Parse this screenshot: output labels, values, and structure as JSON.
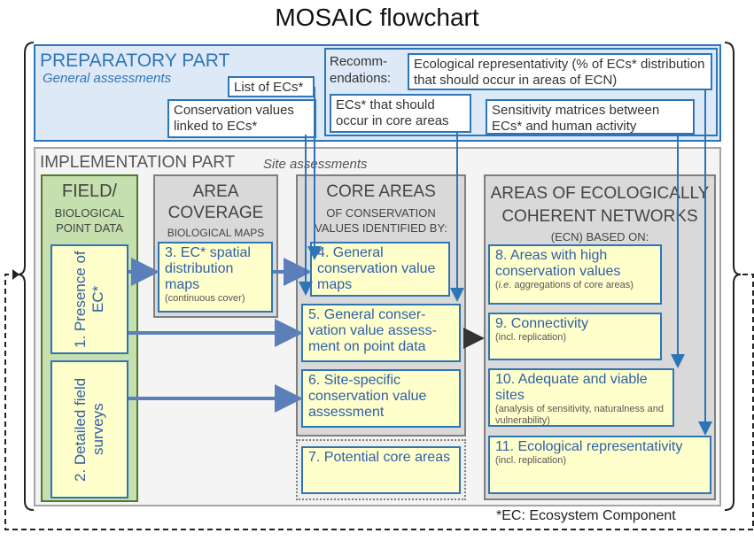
{
  "title": "MOSAIC flowchart",
  "preparatory": {
    "title": "PREPARATORY PART",
    "subtitle": "General assessments",
    "list_ecs": "List of ECs*",
    "conservation_values": "Conservation values linked to ECs*",
    "recommendations": "Recomm- endations:",
    "ecological_repr": "Ecological representativity (% of ECs* distribution that should occur in areas of ECN)",
    "ecs_core": "ECs* that should occur in core areas",
    "sensitivity": "Sensitivity matrices between ECs* and human activity"
  },
  "implementation": {
    "title": "IMPLEMENTATION PART",
    "subtitle": "Site assessments"
  },
  "field": {
    "title": "FIELD/",
    "subtitle": "BIOLOGICAL POINT DATA",
    "box1": "1. Presence of EC*",
    "box2": "2. Detailed field surveys"
  },
  "area": {
    "title": "AREA COVERAGE",
    "subtitle": "BIOLOGICAL MAPS",
    "box3_main": "3. EC* spatial distribution maps",
    "box3_note": "(continuous cover)"
  },
  "core": {
    "title": "CORE AREAS",
    "subtitle": "OF CONSERVATION VALUES IDENTIFIED BY:",
    "box4": "4. General conservation value maps",
    "box5": "5. General conser- vation value assess- ment on point data",
    "box6": "6. Site-specific conservation value assessment",
    "box7": "7. Potential core areas"
  },
  "ecn": {
    "title": "AREAS OF ECOLOGICALLY COHERENT NETWORKS",
    "subtitle": "(ECN) BASED ON:",
    "box8_main": "8. Areas with high conservation values",
    "box8_note_italic": "i.e.",
    "box8_note": " aggregations of core areas)",
    "box9_main": "9. Connectivity",
    "box9_note": "(incl. replication)",
    "box10_main": "10. Adequate and viable sites",
    "box10_note": "(analysis of sensitivity, naturalness and vulnerability)",
    "box11_main": "11. Ecological representativity",
    "box11_note": "(incl. replication)"
  },
  "footnote": "*EC: Ecosystem Component",
  "colors": {
    "accent_blue": "#2e75b6",
    "box_yellow": "#ffffcc",
    "field_green": "#c5dfae",
    "arrow_grey": "#5b7fb8"
  }
}
